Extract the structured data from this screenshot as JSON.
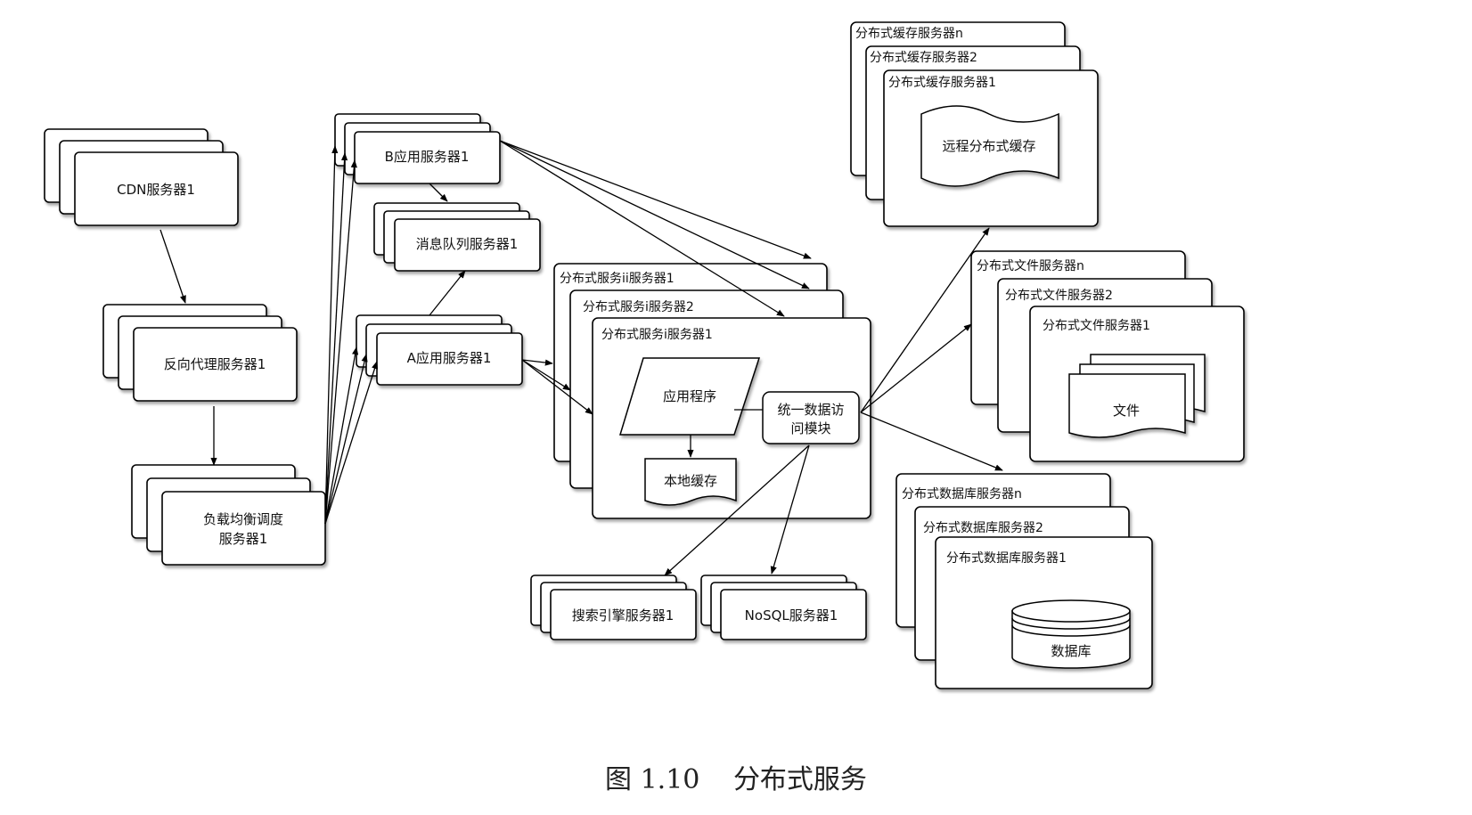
{
  "nodes": {
    "cdn": "CDN服务器1",
    "reverse_proxy": "反向代理服务器1",
    "load_balancer": [
      "负载均衡调度",
      "服务器1"
    ],
    "app_b": "B应用服务器1",
    "message_queue": "消息队列服务器1",
    "app_a": "A应用服务器1",
    "svc_ii": "分布式服务ii服务器1",
    "svc_i2": "分布式服务i服务器2",
    "svc_i1": "分布式服务i服务器1",
    "app_program": "应用程序",
    "local_cache": "本地缓存",
    "data_access": [
      "统一数据访",
      "问模块"
    ],
    "search_engine": "搜索引擎服务器1",
    "nosql": "NoSQL服务器1",
    "cache_n": "分布式缓存服务器n",
    "cache_2": "分布式缓存服务器2",
    "cache_1": "分布式缓存服务器1",
    "remote_cache": "远程分布式缓存",
    "file_n": "分布式文件服务器n",
    "file_2": "分布式文件服务器2",
    "file_1": "分布式文件服务器1",
    "file": "文件",
    "db_n": "分布式数据库服务器n",
    "db_2": "分布式数据库服务器2",
    "db_1": "分布式数据库服务器1",
    "database": "数据库"
  },
  "caption": {
    "number": "图 1.10",
    "title": "分布式服务"
  }
}
